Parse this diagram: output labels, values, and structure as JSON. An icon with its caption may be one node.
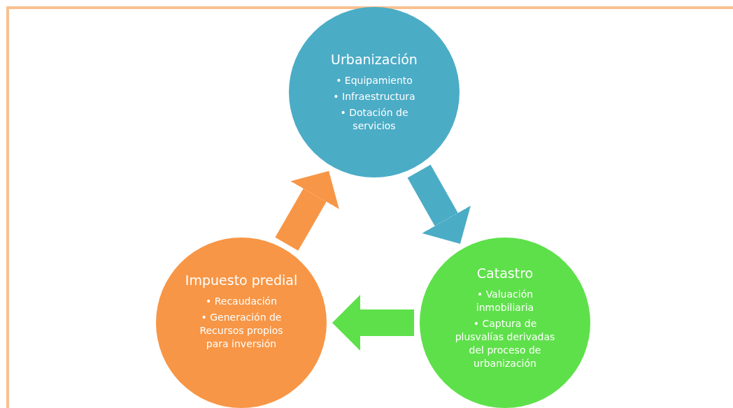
{
  "diagram": {
    "nodes": [
      {
        "text": [
          "Urbanización",
          "• Equipamiento",
          "• Infraestructura",
          "• Dotación de servicios"
        ]
      },
      {
        "text": [
          "Catastro",
          "• Valuación inmobiliaria",
          "• Captura de plusvalías derivadas del proceso de urbanización"
        ]
      },
      {
        "text": [
          "Impuesto predial",
          "• Recaudación",
          "• Generación de Recursos propios para inversión"
        ]
      }
    ],
    "edges": [
      {
        "from": 0,
        "to": 1,
        "arrow": "to",
        "color": "#4bacc6"
      },
      {
        "from": 1,
        "to": 2,
        "arrow": "to",
        "color": "#5ee04a"
      },
      {
        "from": 2,
        "to": 0,
        "arrow": "to",
        "color": "#f79646"
      }
    ]
  }
}
